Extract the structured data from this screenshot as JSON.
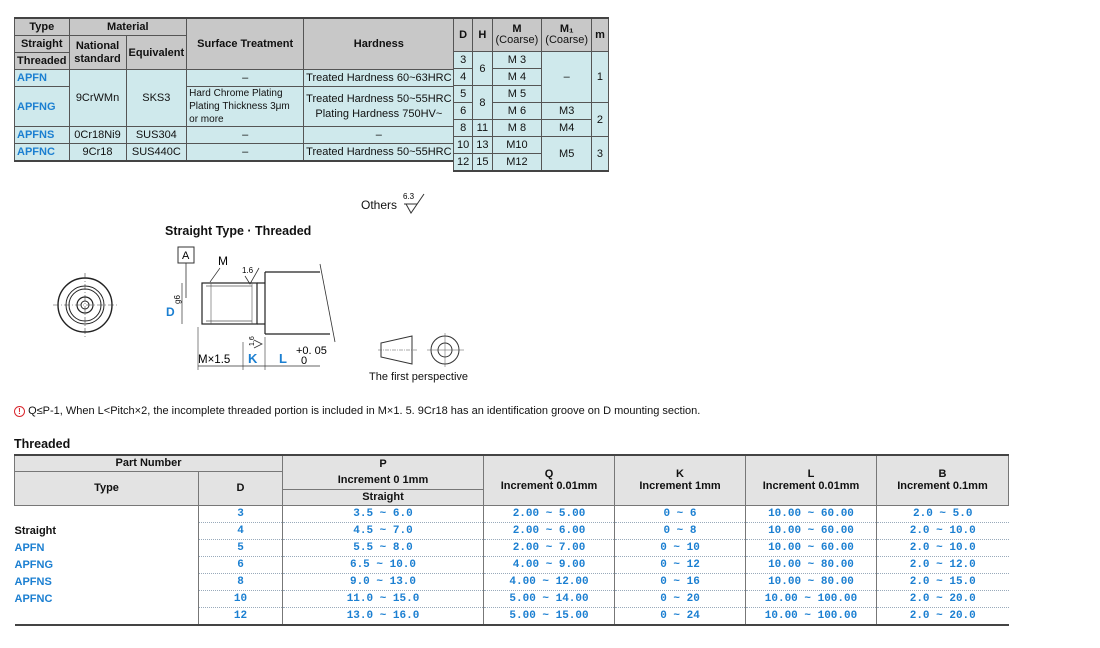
{
  "material_table": {
    "headers": {
      "type": "Type",
      "material": "Material",
      "straight": "Straight",
      "threaded": "Threaded",
      "national": "National standard",
      "equivalent": "Equivalent",
      "surface": "Surface Treatment",
      "hardness": "Hardness"
    },
    "rows": [
      {
        "type": "APFN",
        "national": "9CrWMn",
        "equivalent": "SKS3",
        "surface": "–",
        "hardness": "Treated Hardness 60~63HRC"
      },
      {
        "type": "APFNG",
        "surface": "Hard Chrome Plating Plating Thickness 3μm or more",
        "hardness": "Treated Hardness 50~55HRC",
        "hardness2": "Plating Hardness 750HV~"
      },
      {
        "type": "APFNS",
        "national": "0Cr18Ni9",
        "equivalent": "SUS304",
        "surface": "–",
        "hardness": "–"
      },
      {
        "type": "APFNC",
        "national": "9Cr18",
        "equivalent": "SUS440C",
        "surface": "–",
        "hardness": "Treated Hardness 50~55HRC"
      }
    ]
  },
  "dim_table": {
    "headers": {
      "d": "D",
      "h": "H",
      "m": "M",
      "m_sub": "(Coarse)",
      "m1": "M₁",
      "m1_sub": "(Coarse)",
      "mm": "m"
    },
    "rows": [
      {
        "d": "3",
        "h": "6",
        "m": "M 3",
        "m1": "–",
        "mm": "1"
      },
      {
        "d": "4",
        "m": "M 4"
      },
      {
        "d": "5",
        "h": "8",
        "m": "M 5"
      },
      {
        "d": "6",
        "m": "M 6",
        "m1": "M3",
        "mm": "2"
      },
      {
        "d": "8",
        "h": "11",
        "m": "M 8",
        "m1": "M4"
      },
      {
        "d": "10",
        "h": "13",
        "m": "M10",
        "m1": "M5",
        "mm": "3"
      },
      {
        "d": "12",
        "h": "15",
        "m": "M12"
      }
    ]
  },
  "drawing": {
    "others_label": "Others",
    "roughness_others": "6.3",
    "title": "Straight Type · Threaded",
    "datum": "A",
    "label_m": "M",
    "roughness_top": "1.6",
    "roughness_side": "1.6",
    "label_d": "D",
    "label_g6": "g6",
    "label_mx": "M×1.5",
    "label_k": "K",
    "label_l": "L",
    "tol_upper": "+0. 05",
    "tol_lower": "0",
    "perspective": "The first perspective"
  },
  "note": {
    "icon": "!",
    "text": "Q≤P-1, When L<Pitch×2, the incomplete threaded portion is included in M×1. 5. 9Cr18 has an identification groove on D mounting section."
  },
  "section_title": "Threaded",
  "part_table": {
    "headers": {
      "part_number": "Part Number",
      "type": "Type",
      "d": "D",
      "p": "P",
      "p_inc": "Increment 0 1mm",
      "p_sub": "Straight",
      "q": "Q",
      "q_inc": "Increment 0.01mm",
      "k": "K",
      "k_inc": "Increment 1mm",
      "l": "L",
      "l_inc": "Increment 0.01mm",
      "b": "B",
      "b_inc": "Increment 0.1mm"
    },
    "types": [
      "",
      "Straight",
      "APFN",
      "APFNG",
      "APFNS",
      "APFNC",
      ""
    ],
    "rows": [
      {
        "d": "3",
        "p": "3.5 ~  6.0",
        "q": "2.00 ~  5.00",
        "k": "0 ~  6",
        "l": "10.00 ~  60.00",
        "b": "2.0 ~  5.0"
      },
      {
        "d": "4",
        "p": "4.5 ~  7.0",
        "q": "2.00 ~  6.00",
        "k": "0 ~  8",
        "l": "10.00 ~  60.00",
        "b": "2.0 ~ 10.0"
      },
      {
        "d": "5",
        "p": "5.5 ~  8.0",
        "q": "2.00 ~  7.00",
        "k": "0 ~ 10",
        "l": "10.00 ~  60.00",
        "b": "2.0 ~ 10.0"
      },
      {
        "d": "6",
        "p": "6.5 ~ 10.0",
        "q": "4.00 ~  9.00",
        "k": "0 ~ 12",
        "l": "10.00 ~  80.00",
        "b": "2.0 ~ 12.0"
      },
      {
        "d": "8",
        "p": "9.0 ~ 13.0",
        "q": "4.00 ~ 12.00",
        "k": "0 ~ 16",
        "l": "10.00 ~  80.00",
        "b": "2.0 ~ 15.0"
      },
      {
        "d": "10",
        "p": "11.0 ~ 15.0",
        "q": "5.00 ~ 14.00",
        "k": "0 ~ 20",
        "l": "10.00 ~ 100.00",
        "b": "2.0 ~ 20.0"
      },
      {
        "d": "12",
        "p": "13.0 ~ 16.0",
        "q": "5.00 ~ 15.00",
        "k": "0 ~ 24",
        "l": "10.00 ~ 100.00",
        "b": "2.0 ~ 20.0"
      }
    ]
  }
}
